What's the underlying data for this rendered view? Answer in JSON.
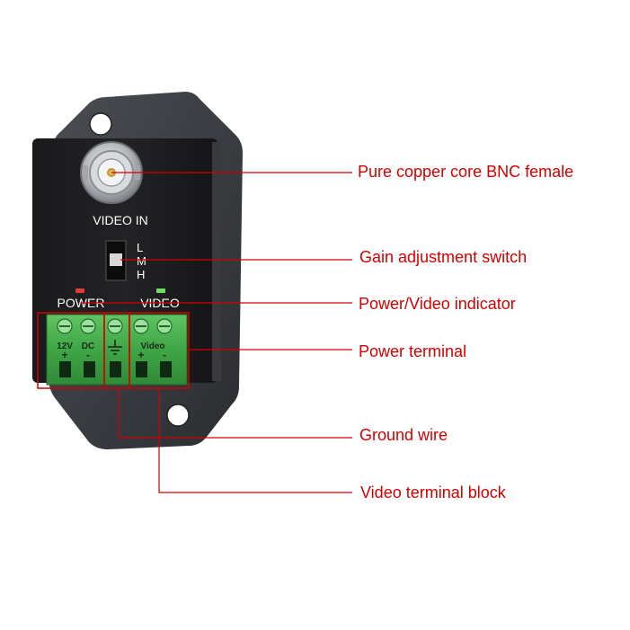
{
  "accent_color": "#d40000",
  "device": {
    "bnc_label": "VIDEO IN",
    "switch_positions": [
      "L",
      "M",
      "H"
    ],
    "power_led_label": "POWER",
    "video_led_label": "VIDEO",
    "terminal_label_12v": "12V",
    "terminal_label_dc": "DC",
    "terminal_label_video": "Video",
    "plus_sign": "+",
    "minus_sign": "-"
  },
  "callouts": [
    {
      "id": "bnc",
      "text": "Pure copper core BNC female"
    },
    {
      "id": "gain",
      "text": "Gain adjustment switch"
    },
    {
      "id": "indicator",
      "text": "Power/Video indicator"
    },
    {
      "id": "power-terminal",
      "text": "Power terminal"
    },
    {
      "id": "ground",
      "text": "Ground wire"
    },
    {
      "id": "video-terminal",
      "text": "Video terminal block"
    }
  ]
}
